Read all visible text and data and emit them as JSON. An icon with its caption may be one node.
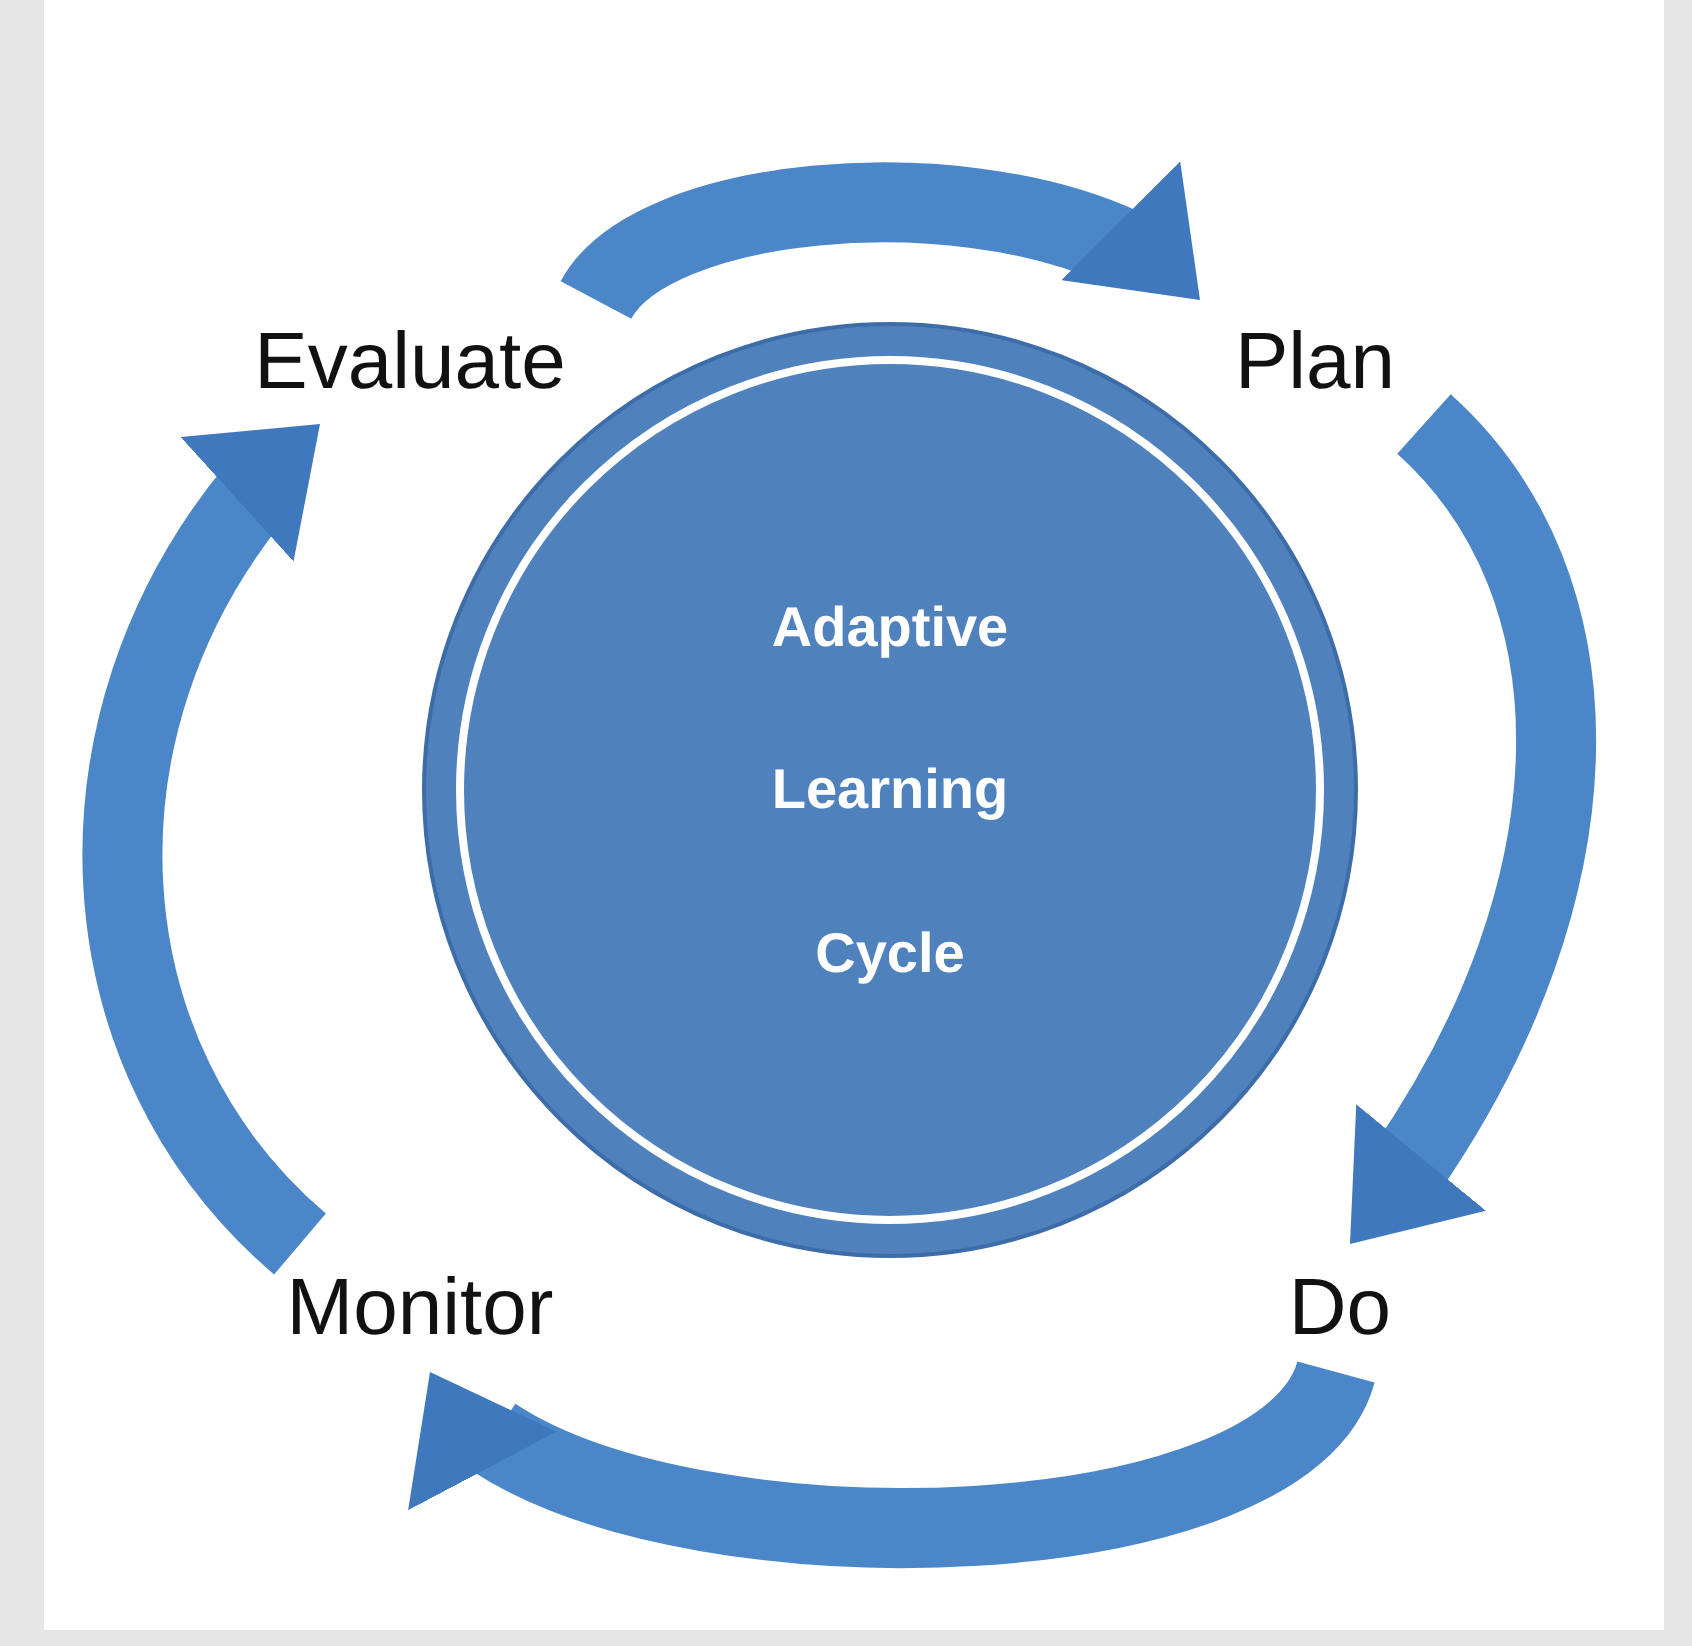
{
  "diagram": {
    "nodes": [
      {
        "text": [
          "Evaluate"
        ]
      },
      {
        "text": [
          "Plan"
        ]
      },
      {
        "text": [
          "Adaptive Learning Cycle"
        ]
      },
      {
        "text": [
          "Monitor"
        ]
      },
      {
        "text": [
          "Do"
        ]
      }
    ],
    "edges": [
      {
        "from": 0,
        "to": 1,
        "arrow": "to"
      },
      {
        "from": 1,
        "to": 4,
        "arrow": "to"
      },
      {
        "from": 4,
        "to": 3,
        "arrow": "to"
      },
      {
        "from": 3,
        "to": 0,
        "arrow": "to"
      }
    ]
  }
}
